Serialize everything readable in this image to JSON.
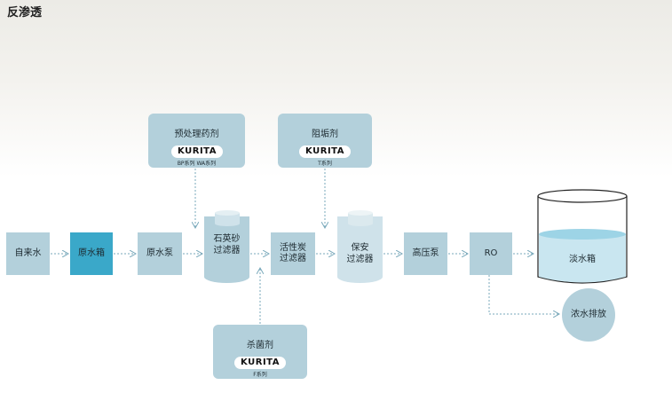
{
  "page": {
    "title": "反渗透"
  },
  "chemicals": {
    "pretreatment": {
      "name": "预处理药剂",
      "brand": "KURITA",
      "series": "BP系列  WA系列"
    },
    "antiscalant": {
      "name": "阻垢剂",
      "brand": "KURITA",
      "series": "T系列"
    },
    "biocide": {
      "name": "杀菌剂",
      "brand": "KURITA",
      "series": "F系列"
    }
  },
  "process": {
    "tap_water": "自来水",
    "raw_tank": "原水箱",
    "raw_pump": "原水泵",
    "sand_filter_line1": "石英砂",
    "sand_filter_line2": "过滤器",
    "carbon_filter_line1": "活性炭",
    "carbon_filter_line2": "过滤器",
    "security_filter_line1": "保安",
    "security_filter_line2": "过滤器",
    "hp_pump": "高压泵",
    "ro": "RO",
    "fresh_tank": "淡水箱",
    "concentrate_drain": "浓水排放"
  },
  "colors": {
    "box_fill": "#b3d0db",
    "highlight_fill": "#3aa8c9",
    "water_fill": "#c9e6f0",
    "arrow": "#7aa9bb"
  }
}
